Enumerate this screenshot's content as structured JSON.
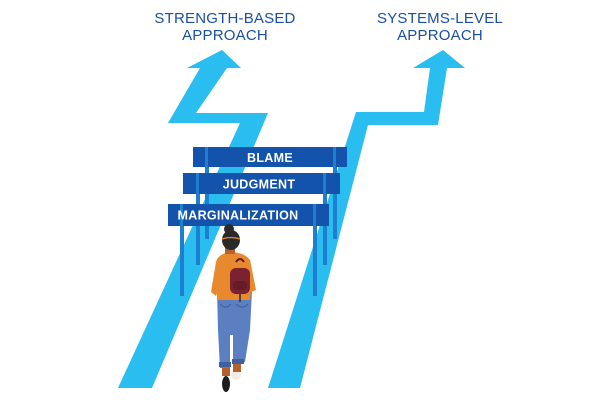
{
  "labels": {
    "left_approach_line1": "STRENGTH-BASED",
    "left_approach_line2": "APPROACH",
    "right_approach_line1": "SYSTEMS-LEVEL",
    "right_approach_line2": "APPROACH"
  },
  "signs": [
    {
      "text": "BLAME"
    },
    {
      "text": "JUDGMENT"
    },
    {
      "text": "MARGINALIZATION"
    }
  ],
  "colors": {
    "arrow": "#29BDF0",
    "sign": "#1453AB",
    "post": "#1E7FD0",
    "label_text": "#1A4FA3",
    "shirt": "#E8892E",
    "jeans": "#5B7FC0",
    "backpack": "#7A2230",
    "hair": "#2A2A2A",
    "skin": "#B5612E"
  },
  "figure": {
    "description": "person walking toward the signs wearing orange shirt, blue jeans and maroon backpack"
  }
}
